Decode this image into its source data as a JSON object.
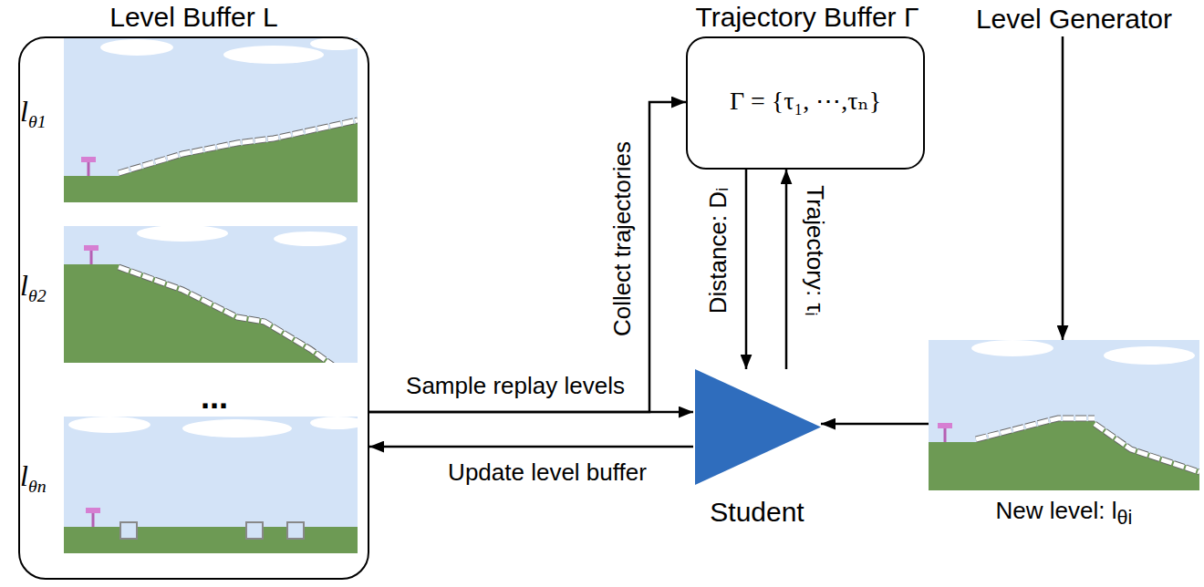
{
  "diagram": {
    "nodes": [
      {
        "text": [
          "Level Buffer L"
        ]
      },
      {
        "text": [
          "lθ1"
        ],
        "in": 0
      },
      {
        "text": [
          "lθ2"
        ],
        "in": 0
      },
      {
        "text": [
          "lθn"
        ],
        "in": 0
      },
      {
        "text": [
          "Trajectory Buffer Γ",
          "Γ = {τ₁, ⋯,τₙ}"
        ]
      },
      {
        "text": [
          "Level Generator"
        ]
      },
      {
        "text": [
          "Student"
        ]
      },
      {
        "text": [
          "New level: lθi"
        ]
      }
    ],
    "edges": [
      {
        "from": 0,
        "to": 6,
        "label": "Sample replay levels",
        "arrow": "to"
      },
      {
        "from": 6,
        "to": 0,
        "label": "Update level buffer",
        "arrow": "to"
      },
      {
        "from": 0,
        "to": 4,
        "label": "Collect trajectories",
        "arrow": "to"
      },
      {
        "from": 4,
        "to": 6,
        "label": "Distance: Dᵢ",
        "arrow": "to"
      },
      {
        "from": 6,
        "to": 4,
        "label": "Trajectory: τᵢ",
        "arrow": "to"
      },
      {
        "from": 5,
        "to": 7,
        "arrow": "to"
      },
      {
        "from": 7,
        "to": 6,
        "arrow": "to"
      }
    ],
    "labels": [
      "..."
    ]
  }
}
